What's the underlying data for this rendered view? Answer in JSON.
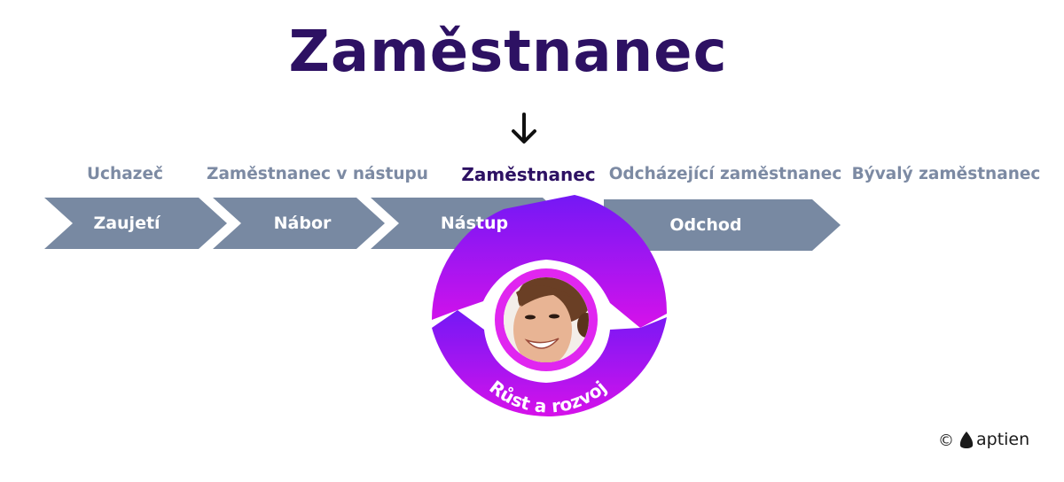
{
  "title": "Zaměstnanec",
  "stage_labels": [
    "Uchazeč",
    "Zaměstnanec v nástupu",
    "Zaměstnanec",
    "Odcházející zaměstnanec",
    "Bývalý zaměstnanec"
  ],
  "steps": [
    "Zaujetí",
    "Nábor",
    "Nástup",
    "Odchod"
  ],
  "cycle_label": "Růst a rozvoj",
  "copyright_symbol": "©",
  "brand": "aptien",
  "colors": {
    "title": "#2d1163",
    "stage_label": "#7c8aa3",
    "chevron": "#7889a2",
    "cycle_top": "#7418f5",
    "cycle_bottom": "#d611ea",
    "ring": "#e026f0"
  },
  "icons": [
    "arrow-down-icon",
    "aptien-logo-icon"
  ]
}
